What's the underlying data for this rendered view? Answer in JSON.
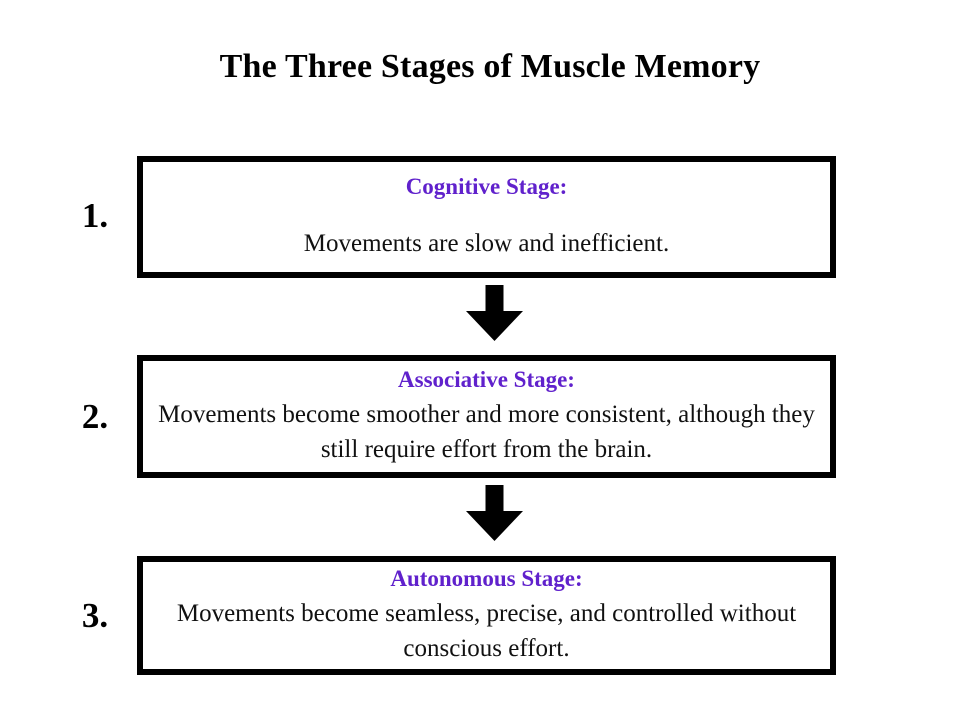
{
  "title": "The Three Stages of Muscle Memory",
  "colors": {
    "heading_purple": "#6021cc",
    "border_black": "#000000",
    "body_text": "#111111",
    "background": "#ffffff"
  },
  "stages": [
    {
      "number": "1.",
      "heading": "Cognitive Stage:",
      "body": "Movements are slow and inefficient."
    },
    {
      "number": "2.",
      "heading": "Associative Stage:",
      "body": "Movements become smoother and more consistent, although they still require effort from the brain."
    },
    {
      "number": "3.",
      "heading": "Autonomous Stage:",
      "body": "Movements become seamless, precise, and controlled without conscious effort."
    }
  ],
  "connectors": [
    {
      "icon": "arrow-down-icon"
    },
    {
      "icon": "arrow-down-icon"
    }
  ]
}
